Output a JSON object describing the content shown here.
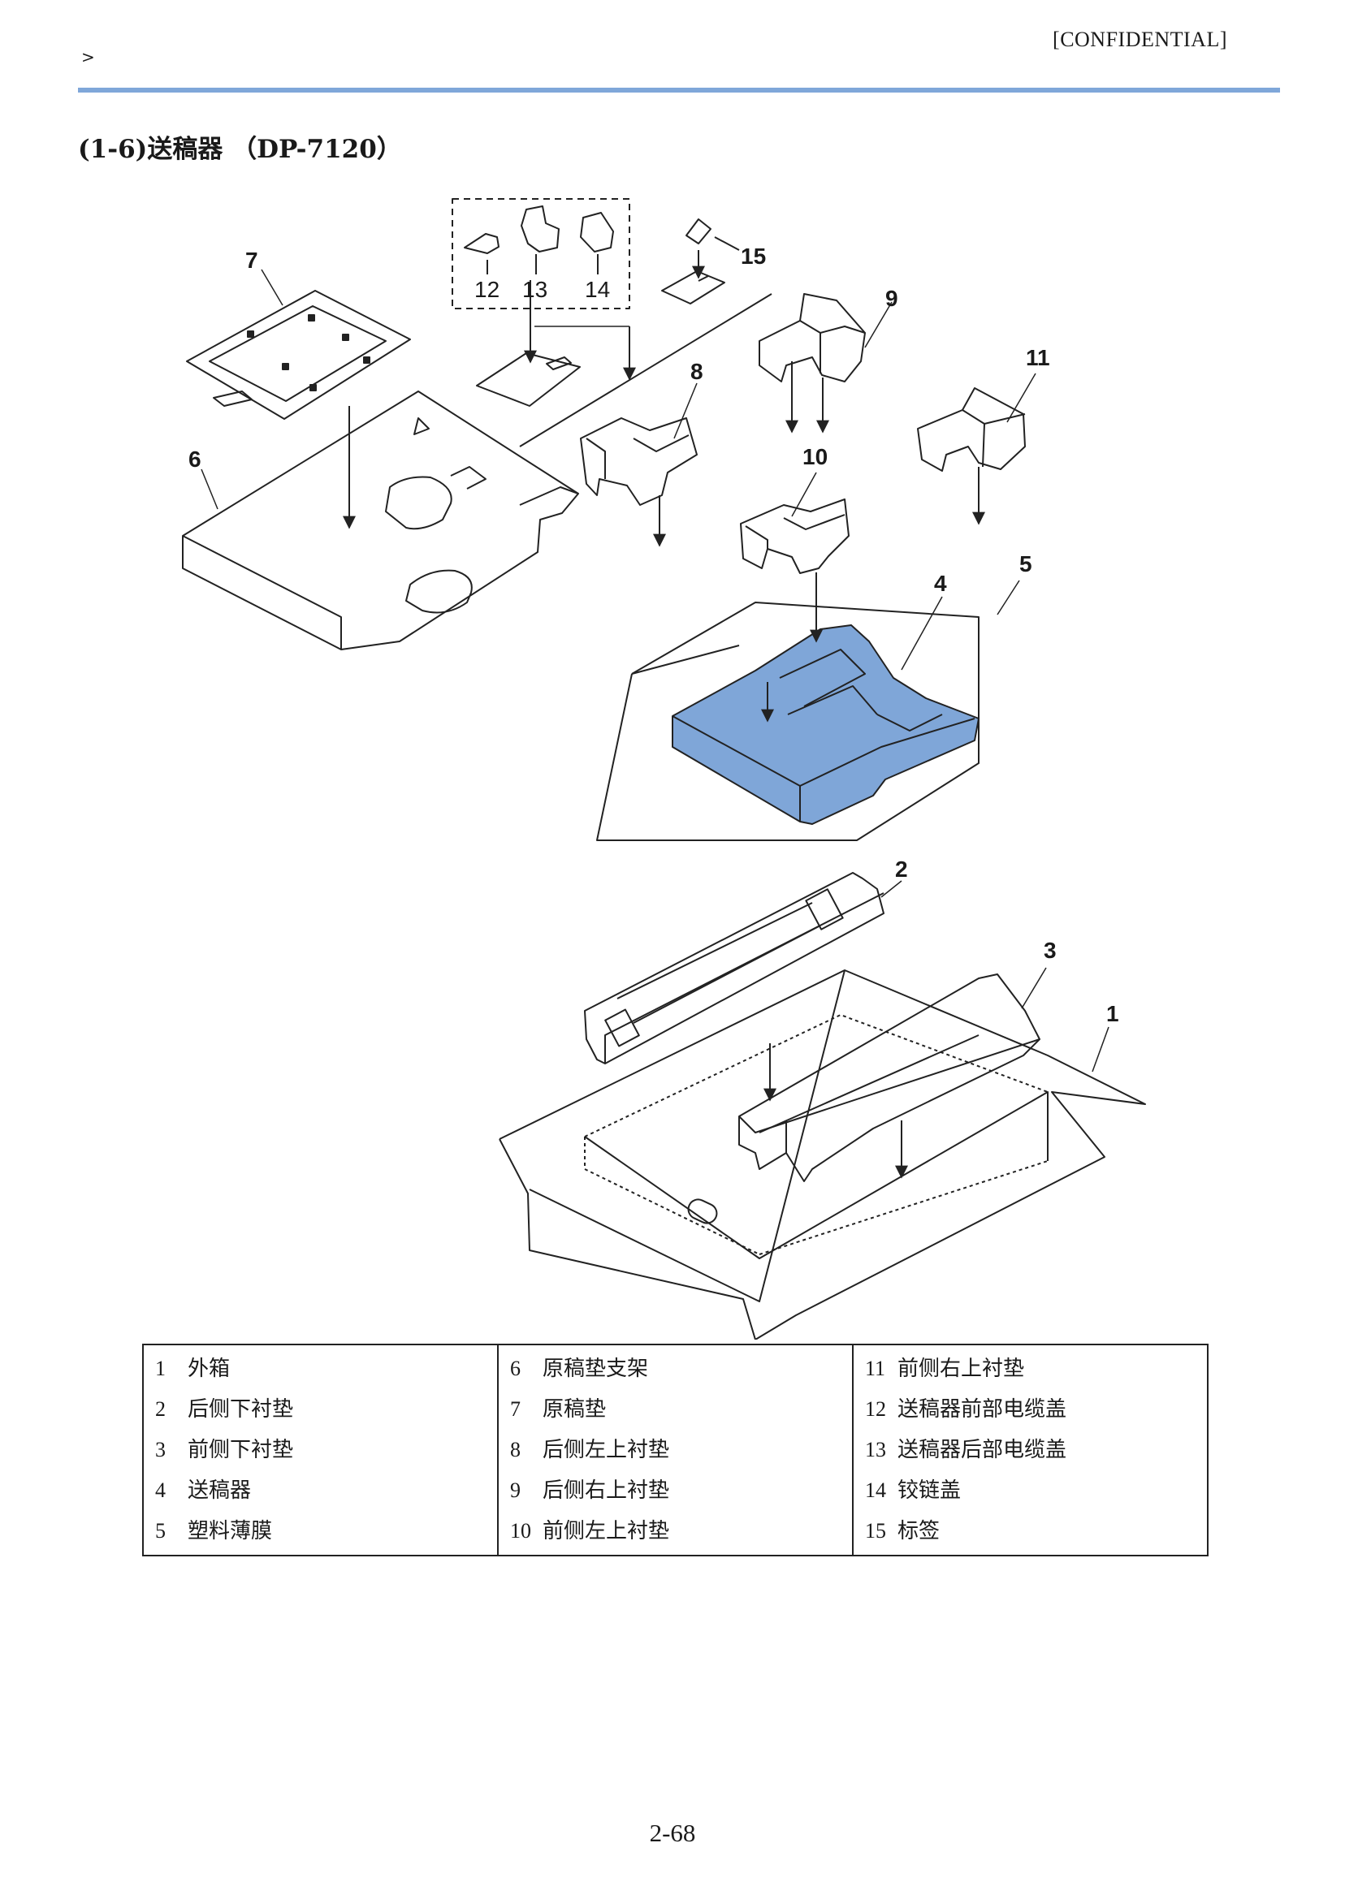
{
  "header": {
    "breadcrumb": ">",
    "confidential": "[CONFIDENTIAL]"
  },
  "section_title": "(1-6)送稿器 （DP-7120）",
  "callouts": [
    "1",
    "2",
    "3",
    "4",
    "5",
    "6",
    "7",
    "8",
    "9",
    "10",
    "11",
    "12",
    "13",
    "14",
    "15"
  ],
  "parts": [
    [
      {
        "num": "1",
        "name": "外箱"
      },
      {
        "num": "2",
        "name": "后侧下衬垫"
      },
      {
        "num": "3",
        "name": "前侧下衬垫"
      },
      {
        "num": "4",
        "name": "送稿器"
      },
      {
        "num": "5",
        "name": "塑料薄膜"
      }
    ],
    [
      {
        "num": "6",
        "name": "原稿垫支架"
      },
      {
        "num": "7",
        "name": "原稿垫"
      },
      {
        "num": "8",
        "name": "后侧左上衬垫"
      },
      {
        "num": "9",
        "name": "后侧右上衬垫"
      },
      {
        "num": "10",
        "name": "前侧左上衬垫"
      }
    ],
    [
      {
        "num": "11",
        "name": "前侧右上衬垫"
      },
      {
        "num": "12",
        "name": "送稿器前部电缆盖"
      },
      {
        "num": "13",
        "name": "送稿器后部电缆盖"
      },
      {
        "num": "14",
        "name": "铰链盖"
      },
      {
        "num": "15",
        "name": "标签"
      }
    ]
  ],
  "colors": {
    "rule": "#7fa7d9",
    "highlight": "#7fa6d8"
  },
  "page_number": "2-68"
}
